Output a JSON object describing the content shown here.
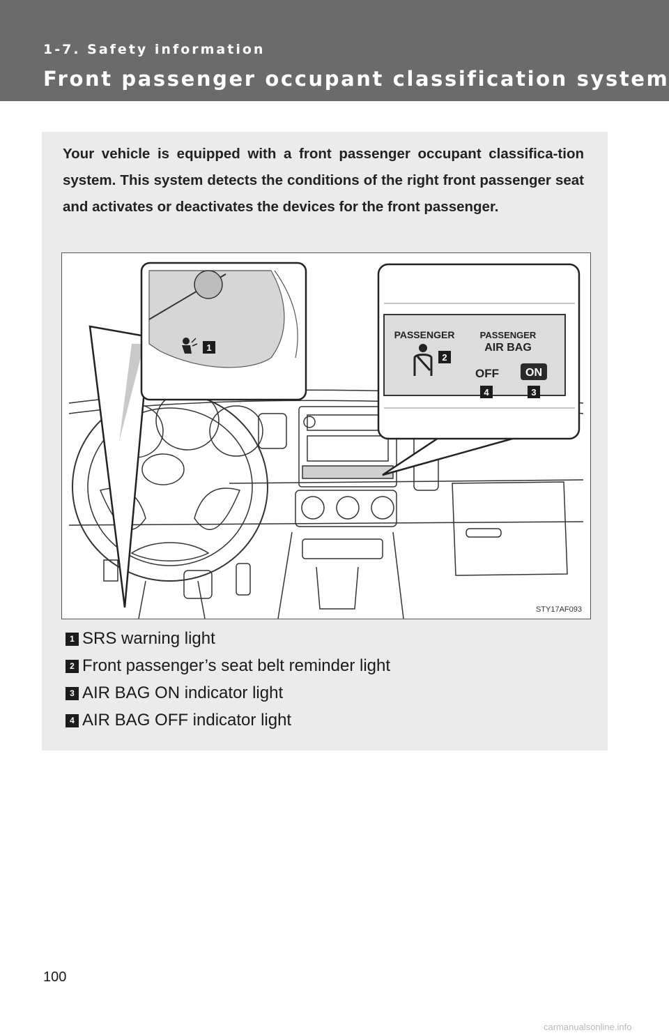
{
  "header": {
    "section": "1-7. Safety information",
    "title": "Front passenger occupant classification system"
  },
  "intro": "Your vehicle is equipped with a front passenger occupant classifica-tion system. This system detects the conditions of the right front passenger seat and activates or deactivates the devices for the front passenger.",
  "figure": {
    "code": "STY17AF093",
    "panel_label_left": "PASSENGER",
    "panel_label_right": "PASSENGER",
    "panel_airbag": "AIR BAG",
    "panel_off": "OFF",
    "panel_on": "ON",
    "callouts": [
      "1",
      "2",
      "3",
      "4"
    ]
  },
  "legend": [
    {
      "num": "1",
      "label": "SRS warning light"
    },
    {
      "num": "2",
      "label": "Front passenger’s seat belt reminder light"
    },
    {
      "num": "3",
      "label": "AIR BAG ON indicator light"
    },
    {
      "num": "4",
      "label": "AIR BAG OFF indicator light"
    }
  ],
  "page_number": "100",
  "watermark": "carmanualsonline.info"
}
